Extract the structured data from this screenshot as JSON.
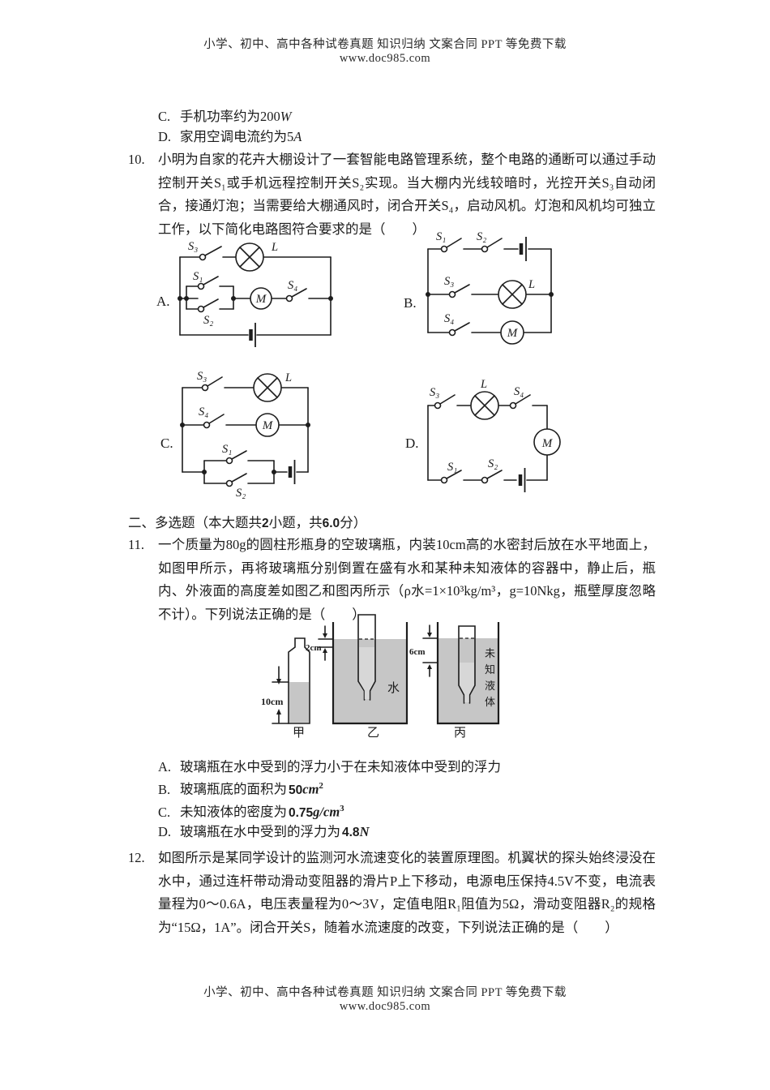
{
  "header": {
    "line1": "小学、初中、高中各种试卷真题 知识归纳 文案合同 PPT 等免费下载",
    "line2": "www.doc985.com"
  },
  "q9": {
    "options": [
      {
        "label": "C.",
        "text": "手机功率约为200",
        "math": "W"
      },
      {
        "label": "D.",
        "text": "家用空调电流约为5",
        "math": "A"
      }
    ]
  },
  "q10": {
    "number": "10.",
    "text": "小明为自家的花卉大棚设计了一套智能电路管理系统，整个电路的通断可以通过手动控制开关S₁或手机远程控制开关S₂实现。当大棚内光线较暗时，光控开关S₃自动闭合，接通灯泡；当需要给大棚通风时，闭合开关S₄，启动风机。灯泡和风机均可独立工作，以下简化电路图符合要求的是（　　）"
  },
  "circuits": {
    "a": {
      "label": "A.",
      "s1": "S₁",
      "s2": "S₂",
      "s3": "S₃",
      "s4": "S₄",
      "lamp": "L",
      "motor": "M"
    },
    "b": {
      "label": "B.",
      "s1": "S₁",
      "s2": "S₂",
      "s3": "S₃",
      "s4": "S₄",
      "lamp": "L",
      "motor": "M"
    },
    "c": {
      "label": "C.",
      "s1": "S₁",
      "s2": "S₂",
      "s3": "S₃",
      "s4": "S₄",
      "lamp": "L",
      "motor": "M"
    },
    "d": {
      "label": "D.",
      "s1": "S₁",
      "s2": "S₂",
      "s3": "S₃",
      "s4": "S₄",
      "lamp": "L",
      "motor": "M"
    }
  },
  "section2": {
    "parts": [
      "二、多选题（本大题共",
      "2",
      "小题，共",
      "6.0",
      "分）"
    ]
  },
  "q11": {
    "number": "11.",
    "text": "一个质量为80g的圆柱形瓶身的空玻璃瓶，内装10cm高的水密封后放在水平地面上，如图甲所示，再将玻璃瓶分别倒置在盛有水和某种未知液体的容器中，静止后，瓶内、外液面的高度差如图乙和图丙所示（ρ水=1×10³kg/m³，g=10Nkg，瓶壁厚度忽略不计）。下列说法正确的是（　　）",
    "figure": {
      "h10": "10cm",
      "h2": "2cm",
      "h6": "6cm",
      "water": "水",
      "unknown_chars": [
        "未",
        "知",
        "液",
        "体"
      ],
      "jia": "甲",
      "yi": "乙",
      "bing": "丙"
    },
    "options": [
      {
        "label": "A.",
        "text": "玻璃瓶在水中受到的浮力小于在未知液体中受到的浮力"
      },
      {
        "label": "B.",
        "text": "玻璃瓶底的面积为",
        "num": "50",
        "unit": "cm",
        "sup": "2"
      },
      {
        "label": "C.",
        "text": "未知液体的密度为",
        "num": "0.75",
        "unit": "g/cm",
        "sup": "3"
      },
      {
        "label": "D.",
        "text": "玻璃瓶在水中受到的浮力为",
        "num": "4.8",
        "unit": "N"
      }
    ]
  },
  "q12": {
    "number": "12.",
    "text": "如图所示是某同学设计的监测河水流速变化的装置原理图。机翼状的探头始终浸没在水中，通过连杆带动滑动变阻器的滑片P上下移动，电源电压保持4.5V不变，电流表量程为0～0.6A，电压表量程为0～3V，定值电阻R₁阻值为5Ω，滑动变阻器R₂的规格为“15Ω，1A”。闭合开关S，随着水流速度的改变，下列说法正确的是（　　）"
  },
  "footer": {
    "line1": "小学、初中、高中各种试卷真题 知识归纳 文案合同 PPT 等免费下载",
    "line2": "www.doc985.com"
  }
}
